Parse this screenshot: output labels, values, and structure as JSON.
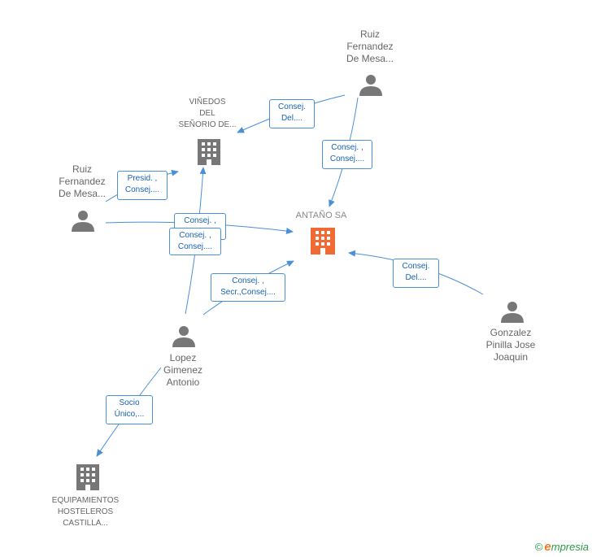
{
  "colors": {
    "edge": "#4a90d9",
    "person": "#777777",
    "company": "#777777",
    "focus_company": "#f06a35"
  },
  "nodes": {
    "antano": {
      "label": "ANTAÑO SA",
      "icon": "building-icon"
    },
    "vinedos": {
      "label": "VIÑEDOS\nDEL\nSEÑORIO DE...",
      "icon": "building-icon"
    },
    "equipamientos": {
      "label": "EQUIPAMIENTOS\nHOSTELEROS\nCASTILLA...",
      "icon": "building-icon"
    },
    "ruiz_top": {
      "label": "Ruiz\nFernandez\nDe Mesa...",
      "icon": "person-icon"
    },
    "ruiz_left": {
      "label": "Ruiz\nFernandez\nDe Mesa...",
      "icon": "person-icon"
    },
    "lopez": {
      "label": "Lopez\nGimenez\nAntonio",
      "icon": "person-icon"
    },
    "gonzalez": {
      "label": "Gonzalez\nPinilla Jose\nJoaquin",
      "icon": "person-icon"
    }
  },
  "edges": {
    "ruiz_top_vinedos": "Consej.\nDel....",
    "ruiz_top_antano": "Consej. ,\nConsej....",
    "ruiz_left_vinedos": "Presid. ,\nConsej....",
    "ruiz_left_antano": "Consej. ,",
    "lopez_vinedos": "Consej. ,\nConsej....",
    "lopez_antano": "Consej. ,\nSecr.,Consej....",
    "gonzalez_antano": "Consej.\nDel....",
    "lopez_equipamientos": "Socio\nÚnico,..."
  },
  "watermark": {
    "copyright": "©",
    "brand_initial": "e",
    "brand_rest": "mpresia"
  }
}
